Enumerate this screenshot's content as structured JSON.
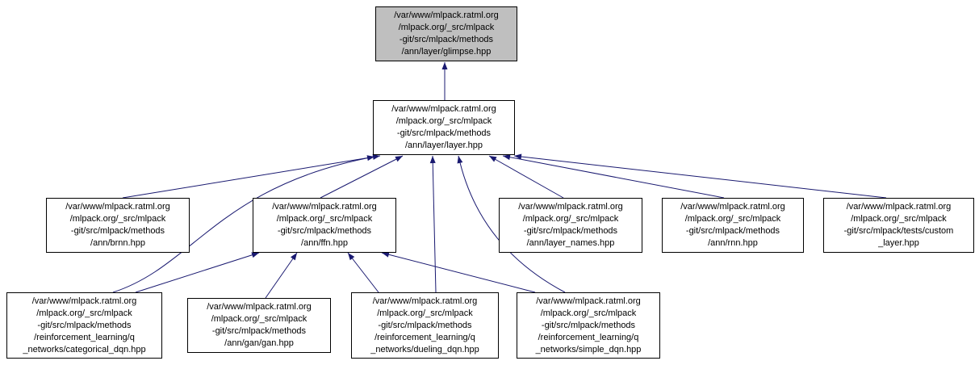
{
  "diagram": {
    "kind": "include-dependency-graph",
    "highlighted_node": "glimpse",
    "colors": {
      "edge": "#191970",
      "node_border": "#000000",
      "node_fill": "#ffffff",
      "highlight_fill": "#bfbfbf",
      "text": "#000000",
      "background": "#ffffff"
    },
    "nodes": [
      {
        "id": "glimpse",
        "highlighted": true,
        "label": "/var/www/mlpack.ratml.org\n/mlpack.org/_src/mlpack\n-git/src/mlpack/methods\n/ann/layer/glimpse.hpp"
      },
      {
        "id": "layer",
        "label": "/var/www/mlpack.ratml.org\n/mlpack.org/_src/mlpack\n-git/src/mlpack/methods\n/ann/layer/layer.hpp"
      },
      {
        "id": "brnn",
        "label": "/var/www/mlpack.ratml.org\n/mlpack.org/_src/mlpack\n-git/src/mlpack/methods\n/ann/brnn.hpp"
      },
      {
        "id": "ffn",
        "label": "/var/www/mlpack.ratml.org\n/mlpack.org/_src/mlpack\n-git/src/mlpack/methods\n/ann/ffn.hpp"
      },
      {
        "id": "layer_names",
        "label": "/var/www/mlpack.ratml.org\n/mlpack.org/_src/mlpack\n-git/src/mlpack/methods\n/ann/layer_names.hpp"
      },
      {
        "id": "rnn",
        "label": "/var/www/mlpack.ratml.org\n/mlpack.org/_src/mlpack\n-git/src/mlpack/methods\n/ann/rnn.hpp"
      },
      {
        "id": "custom_layer",
        "label": "/var/www/mlpack.ratml.org\n/mlpack.org/_src/mlpack\n-git/src/mlpack/tests/custom\n_layer.hpp"
      },
      {
        "id": "categorical_dqn",
        "label": "/var/www/mlpack.ratml.org\n/mlpack.org/_src/mlpack\n-git/src/mlpack/methods\n/reinforcement_learning/q\n_networks/categorical_dqn.hpp"
      },
      {
        "id": "gan",
        "label": "/var/www/mlpack.ratml.org\n/mlpack.org/_src/mlpack\n-git/src/mlpack/methods\n/ann/gan/gan.hpp"
      },
      {
        "id": "dueling_dqn",
        "label": "/var/www/mlpack.ratml.org\n/mlpack.org/_src/mlpack\n-git/src/mlpack/methods\n/reinforcement_learning/q\n_networks/dueling_dqn.hpp"
      },
      {
        "id": "simple_dqn",
        "label": "/var/www/mlpack.ratml.org\n/mlpack.org/_src/mlpack\n-git/src/mlpack/methods\n/reinforcement_learning/q\n_networks/simple_dqn.hpp"
      }
    ],
    "edges": [
      {
        "from": "layer",
        "to": "glimpse"
      },
      {
        "from": "brnn",
        "to": "layer"
      },
      {
        "from": "ffn",
        "to": "layer"
      },
      {
        "from": "layer_names",
        "to": "layer"
      },
      {
        "from": "rnn",
        "to": "layer"
      },
      {
        "from": "custom_layer",
        "to": "layer"
      },
      {
        "from": "categorical_dqn",
        "to": "layer"
      },
      {
        "from": "categorical_dqn",
        "to": "ffn"
      },
      {
        "from": "gan",
        "to": "ffn"
      },
      {
        "from": "dueling_dqn",
        "to": "layer"
      },
      {
        "from": "dueling_dqn",
        "to": "ffn"
      },
      {
        "from": "simple_dqn",
        "to": "layer"
      },
      {
        "from": "simple_dqn",
        "to": "ffn"
      }
    ]
  }
}
